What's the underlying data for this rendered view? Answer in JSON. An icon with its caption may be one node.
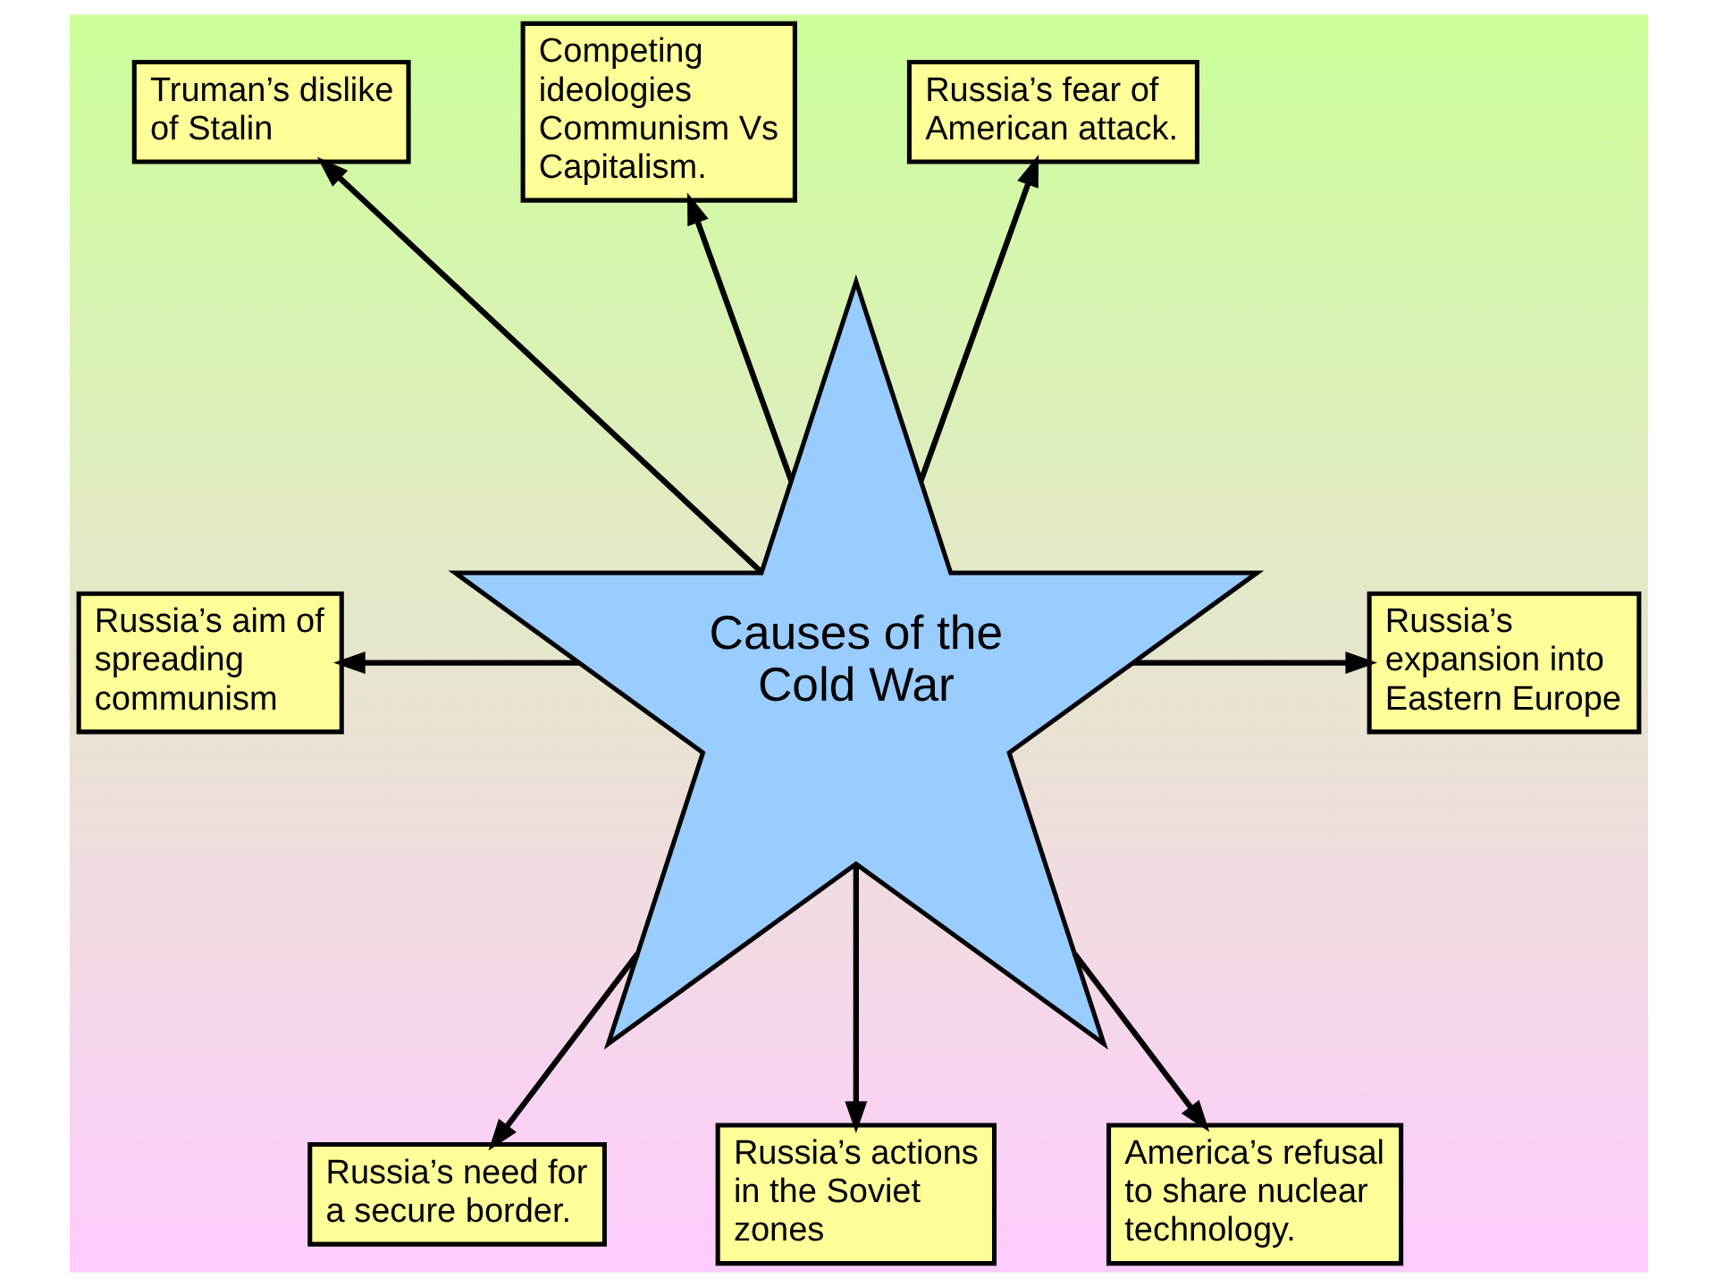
{
  "diagram": {
    "nodes": [
      {
        "text": [
          "Truman’s dislike of Stalin"
        ]
      },
      {
        "text": [
          "Competing ideologies Communism Vs Capitalism."
        ]
      },
      {
        "text": [
          "Russia’s fear of American attack."
        ]
      },
      {
        "text": [
          "Russia’s aim of spreading communism"
        ]
      },
      {
        "text": [
          "Causes of the Cold War"
        ]
      },
      {
        "text": [
          "Russia’s expansion into Eastern Europe"
        ]
      },
      {
        "text": [
          "America’s refusal to share nuclear technology."
        ]
      },
      {
        "text": [
          "Russia’s need for a secure border."
        ]
      },
      {
        "text": [
          "Russia’s actions in the Soviet zones"
        ]
      }
    ],
    "edges": [
      {
        "from": 4,
        "to": 0,
        "arrow": "to"
      },
      {
        "from": 4,
        "to": 1,
        "arrow": "to"
      },
      {
        "from": 4,
        "to": 2,
        "arrow": "to"
      },
      {
        "from": 4,
        "to": 3,
        "arrow": "to"
      },
      {
        "from": 4,
        "to": 5,
        "arrow": "to"
      },
      {
        "from": 4,
        "to": 7,
        "arrow": "to"
      },
      {
        "from": 4,
        "to": 8,
        "arrow": "to"
      },
      {
        "from": 4,
        "to": 6,
        "arrow": "to"
      }
    ]
  }
}
